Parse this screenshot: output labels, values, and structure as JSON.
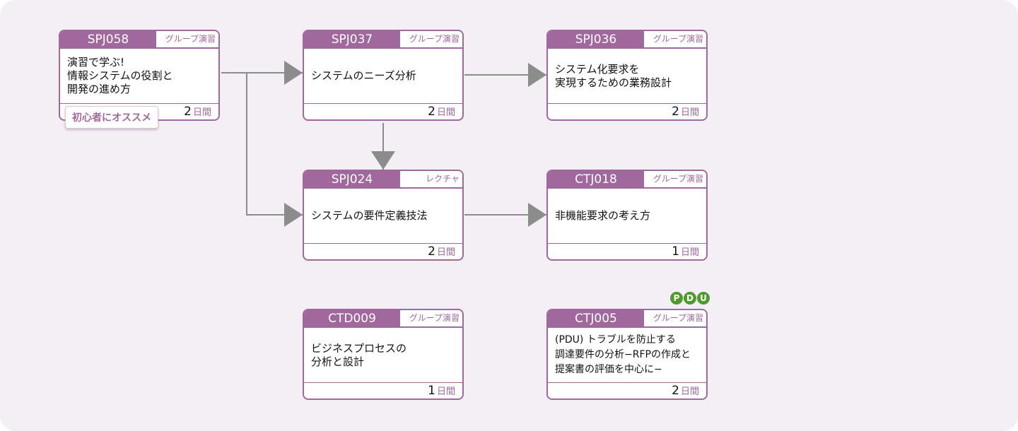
{
  "colors": {
    "accent": "#a0689d",
    "background": "#f3eff5",
    "arrow": "#8c8c8c",
    "pdu_green": "#4e9a2e"
  },
  "courses": [
    {
      "id": "SPJ058",
      "code": "SPJ058",
      "type": "グループ演習",
      "title": "演習で学ぶ!\n情報システムの役割と\n開発の進め方",
      "days": "2",
      "unit": "日間"
    },
    {
      "id": "SPJ037",
      "code": "SPJ037",
      "type": "グループ演習",
      "title": "システムのニーズ分析",
      "days": "2",
      "unit": "日間"
    },
    {
      "id": "SPJ036",
      "code": "SPJ036",
      "type": "グループ演習",
      "title": "システム化要求を\n実現するための業務設計",
      "days": "2",
      "unit": "日間"
    },
    {
      "id": "SPJ024",
      "code": "SPJ024",
      "type": "レクチャ",
      "title": "システムの要件定義技法",
      "days": "2",
      "unit": "日間"
    },
    {
      "id": "CTJ018",
      "code": "CTJ018",
      "type": "グループ演習",
      "title": "非機能要求の考え方",
      "days": "1",
      "unit": "日間"
    },
    {
      "id": "CTD009",
      "code": "CTD009",
      "type": "グループ演習",
      "title": "ビジネスプロセスの\n分析と設計",
      "days": "1",
      "unit": "日間"
    },
    {
      "id": "CTJ005",
      "code": "CTJ005",
      "type": "グループ演習",
      "title": "(PDU) トラブルを防止する\n調達要件の分析−RFPの作成と\n提案書の評価を中心に−",
      "days": "2",
      "unit": "日間"
    }
  ],
  "badges": {
    "beginner": "初心者にオススメ",
    "pdu_letters": [
      "P",
      "D",
      "U"
    ]
  }
}
